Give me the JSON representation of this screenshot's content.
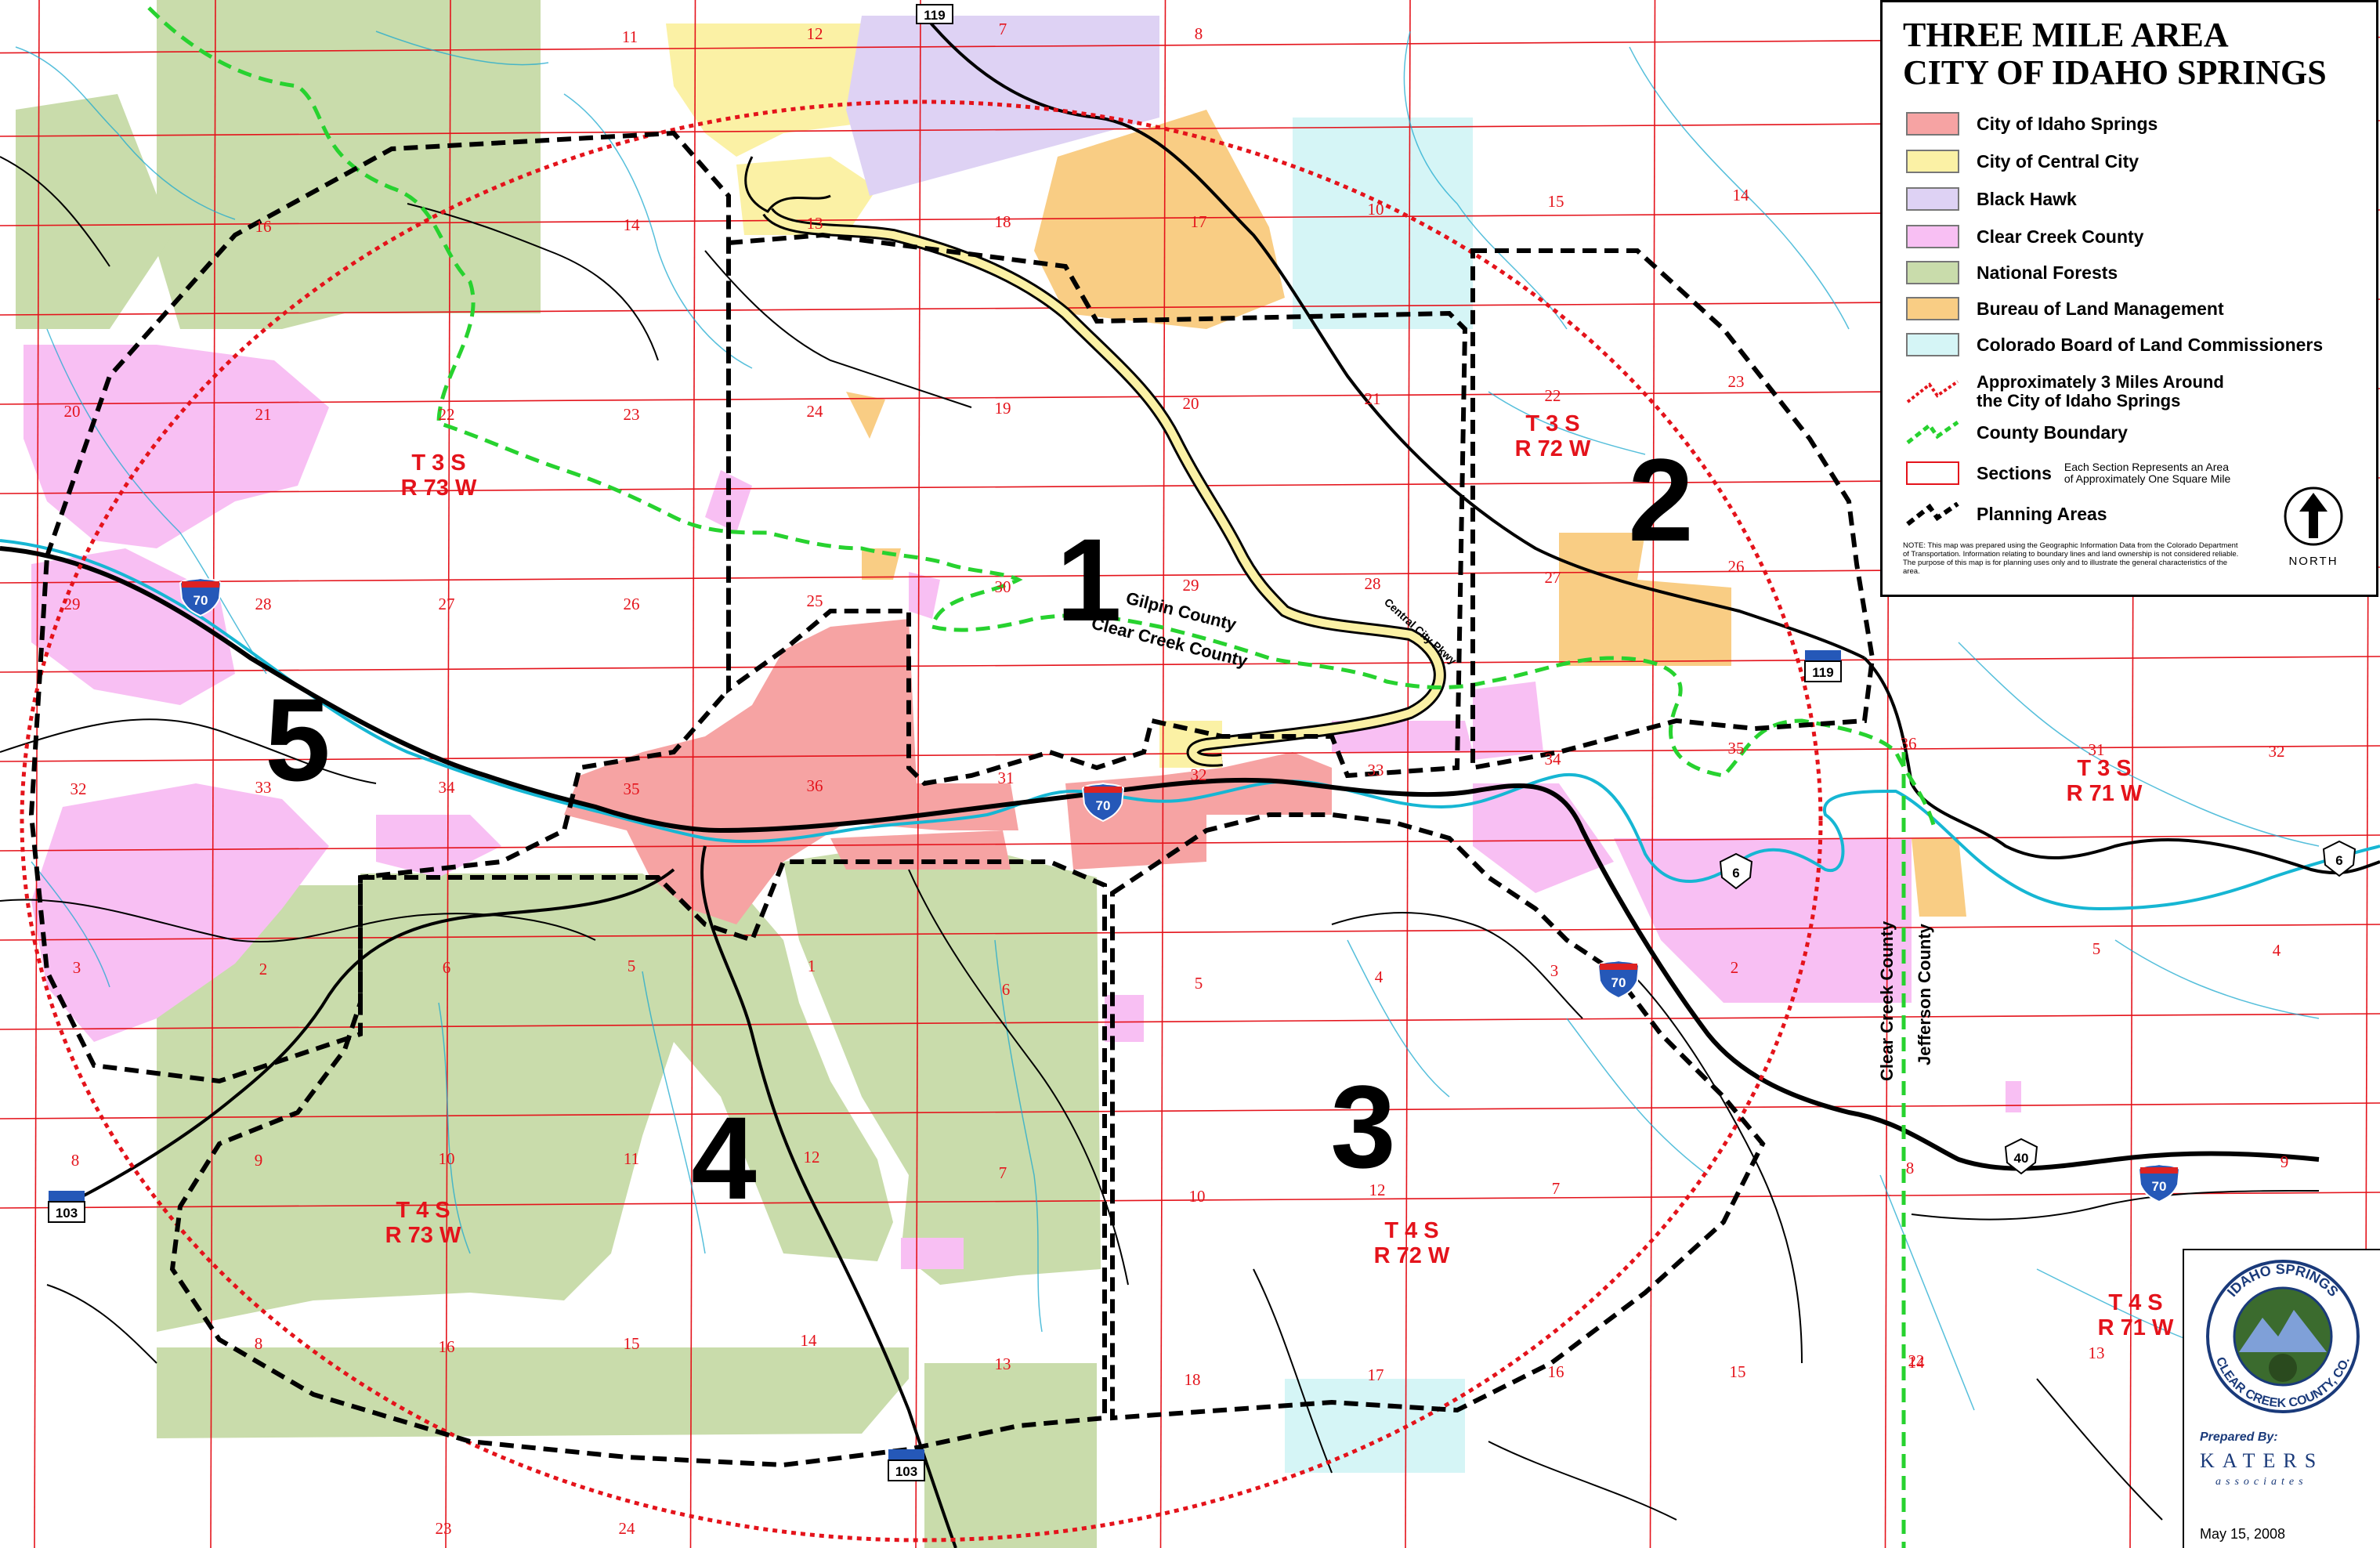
{
  "legend": {
    "title_line1": "THREE MILE AREA",
    "title_line2": "CITY OF IDAHO SPRINGS",
    "items": [
      {
        "label": "City of Idaho Springs",
        "color": "#f6a3a3"
      },
      {
        "label": "City of Central City",
        "color": "#fbf1a5"
      },
      {
        "label": "Black Hawk",
        "color": "#ded2f4"
      },
      {
        "label": "Clear Creek County",
        "color": "#f8bff3"
      },
      {
        "label": "National Forests",
        "color": "#c9dcab"
      },
      {
        "label": "Bureau of Land Management",
        "color": "#f9cd84"
      },
      {
        "label": "Colorado Board of Land Commissioners",
        "color": "#d5f5f6"
      }
    ],
    "three_mile_label_1": "Approximately 3 Miles Around",
    "three_mile_label_2": "the City of Idaho Springs",
    "county_boundary_label": "County Boundary",
    "sections_label": "Sections",
    "sections_note_1": "Each Section Represents an Area",
    "sections_note_2": "of Approximately One Square Mile",
    "planning_label": "Planning Areas",
    "note": "NOTE: This map was prepared using the Geographic Information Data from the Colorado Department of Transportation. Information relating to boundary lines and land ownership is not considered reliable. The purpose of this map is for planning uses only and to illustrate the general characteristics of the area.",
    "north_label": "NORTH"
  },
  "credit": {
    "seal_top": "IDAHO SPRINGS",
    "seal_bottom": "CLEAR CREEK COUNTY, CO.",
    "prepared_by": "Prepared By:",
    "firm": "KATERS",
    "firm_sub": "associates",
    "date": "May 15, 2008"
  },
  "map": {
    "colors": {
      "city": "#f6a3a3",
      "central_city": "#fbf1a5",
      "black_hawk": "#ded2f4",
      "county": "#f8bff3",
      "forest": "#c9dcab",
      "blm": "#f9cd84",
      "state_land": "#d5f5f6",
      "section_line": "#e4131b",
      "river": "#16b6d3",
      "county_line": "#27d22f"
    },
    "planning_areas": [
      "1",
      "2",
      "3",
      "4",
      "5"
    ],
    "townships": [
      {
        "t": "T 3 S",
        "r": "R 73 W"
      },
      {
        "t": "T 3 S",
        "r": "R 72 W"
      },
      {
        "t": "T 3 S",
        "r": "R 71 W"
      },
      {
        "t": "T 4 S",
        "r": "R 73 W"
      },
      {
        "t": "T 4 S",
        "r": "R 72 W"
      },
      {
        "t": "T 4 S",
        "r": "R 71 W"
      }
    ],
    "county_labels": {
      "gilpin": "Gilpin County",
      "clear_creek_1": "Clear Creek County",
      "clear_creek_2": "Clear Creek County",
      "jefferson": "Jefferson County"
    },
    "road_labels": {
      "central_city_pkwy": "Central City Pkwy"
    },
    "highways": {
      "i70": "70",
      "us6": "6",
      "sh119": "119",
      "sh103": "103",
      "us40": "40"
    },
    "sections": [
      "11",
      "12",
      "7",
      "8",
      "16",
      "14",
      "13",
      "18",
      "17",
      "10",
      "15",
      "14",
      "20",
      "21",
      "22",
      "23",
      "24",
      "19",
      "20",
      "21",
      "22",
      "23",
      "29",
      "28",
      "27",
      "26",
      "25",
      "30",
      "29",
      "28",
      "27",
      "26",
      "32",
      "33",
      "34",
      "35",
      "36",
      "31",
      "32",
      "33",
      "34",
      "35",
      "36",
      "31",
      "32",
      "5",
      "4",
      "3",
      "2",
      "1",
      "6",
      "5",
      "4",
      "3",
      "2",
      "6",
      "5",
      "8",
      "9",
      "10",
      "11",
      "12",
      "7",
      "8",
      "9",
      "10",
      "12",
      "7",
      "8",
      "16",
      "15",
      "14",
      "13",
      "18",
      "17",
      "16",
      "15",
      "14",
      "13",
      "18",
      "22",
      "23",
      "24"
    ]
  }
}
